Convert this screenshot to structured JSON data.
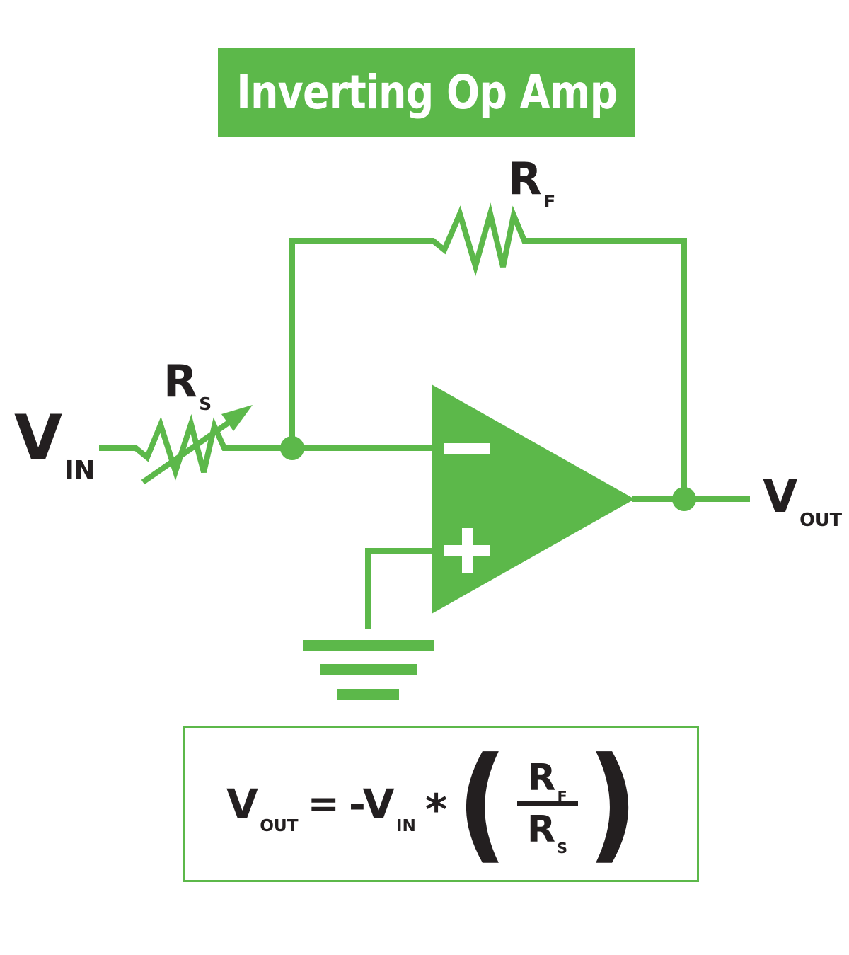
{
  "title": {
    "label": "Inverting Op Amp"
  },
  "colors": {
    "circuit_green": "#5cb84a",
    "label_black": "#231f20",
    "banner_text_white": "#ffffff",
    "background": "#ffffff"
  },
  "circuit": {
    "labels": {
      "vin": {
        "base": "V",
        "sub": "IN"
      },
      "rs": {
        "base": "R",
        "sub": "S"
      },
      "rf": {
        "base": "R",
        "sub": "F"
      },
      "vout": {
        "base": "V",
        "sub": "OUT"
      }
    },
    "opamp": {
      "inverting_input_icon": "minus",
      "noninverting_input_icon": "plus",
      "ground_icon": "ground",
      "source_resistor_icon": "variable-resistor-with-arrow",
      "feedback_resistor_icon": "resistor-zigzag"
    }
  },
  "formula": {
    "lhs": {
      "base": "V",
      "sub": "OUT"
    },
    "equals": "=",
    "rhs": {
      "base": "-V",
      "sub": "IN"
    },
    "multiply": "*",
    "open_paren": "(",
    "close_paren": ")",
    "numerator": {
      "base": "R",
      "sub": "F"
    },
    "denominator": {
      "base": "R",
      "sub": "S"
    }
  }
}
